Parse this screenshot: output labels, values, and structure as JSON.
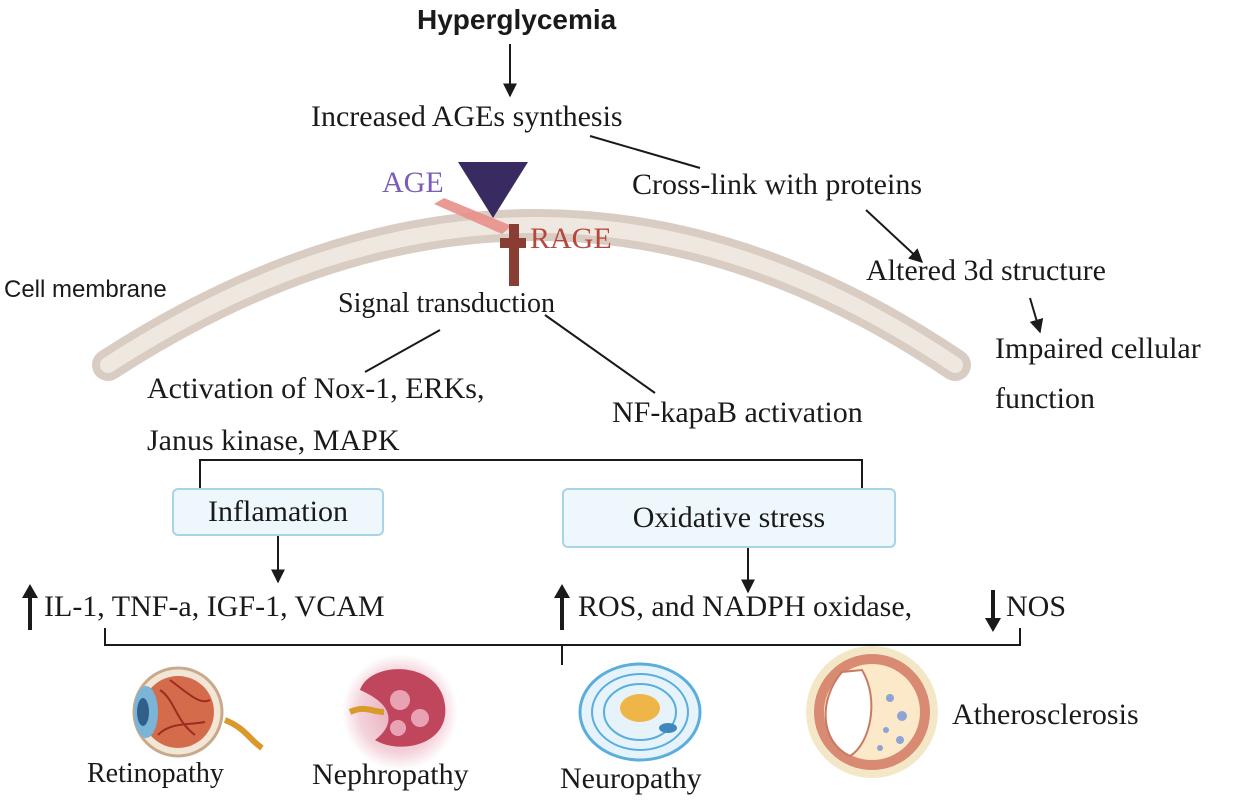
{
  "title": "Hyperglycemia",
  "labels": {
    "ages_synthesis": "Increased AGEs synthesis",
    "cross_link": "Cross-link with proteins",
    "age": "AGE",
    "rage": "RAGE",
    "cell_membrane": "Cell membrane",
    "altered_structure": "Altered 3d structure",
    "impaired_1": "Impaired cellular",
    "impaired_2": "function",
    "signal_transduction": "Signal transduction",
    "activation_1": "Activation of Nox-1, ERKs,",
    "activation_2": "Janus kinase, MAPK",
    "nfkb": "NF-kapaB activation",
    "inflammation": "Inflamation",
    "oxidative": "Oxidative stress",
    "markers": "IL-1, TNF-a, IGF-1, VCAM",
    "ros": "ROS, and NADPH oxidase,",
    "nos": "NOS"
  },
  "outcomes": {
    "retinopathy": "Retinopathy",
    "nephropathy": "Nephropathy",
    "neuropathy": "Neuropathy",
    "atherosclerosis": "Atherosclerosis"
  },
  "colors": {
    "age_text": "#7b5cb8",
    "rage_text": "#b5473d",
    "triangle": "#3a2a62",
    "receptor": "#8a3d33",
    "membrane_outer": "#d9cdc3",
    "membrane_inner": "#efe8e1",
    "box_fill": "#eef7fb",
    "box_border": "#a9d3e6"
  },
  "icons": [
    "eye-icon",
    "kidney-icon",
    "nerve-icon",
    "artery-icon",
    "up-arrow-icon",
    "down-arrow-icon"
  ]
}
